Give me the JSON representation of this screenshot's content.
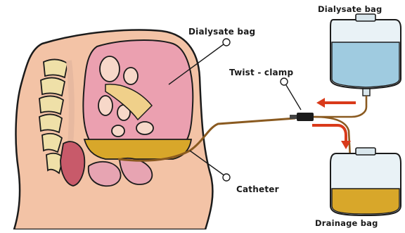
{
  "labels": {
    "dialysate_bag_top": "Dialysate bag",
    "dialysate_bag_body": "Dialysate bag",
    "twist_clamp": "Twist - clamp",
    "catheter": "Catheter",
    "drainage_bag": "Drainage bag"
  },
  "colors": {
    "skin": "#f3c3a6",
    "skin_outline": "#1b1b1b",
    "peritoneum": "#eba0b0",
    "dialysate_fluid": "#d8a72a",
    "spine": "#efe0a8",
    "bag_fluid": "#9fcbe0",
    "arrow_red": "#d93a1a",
    "tube": "#8a5a20"
  }
}
